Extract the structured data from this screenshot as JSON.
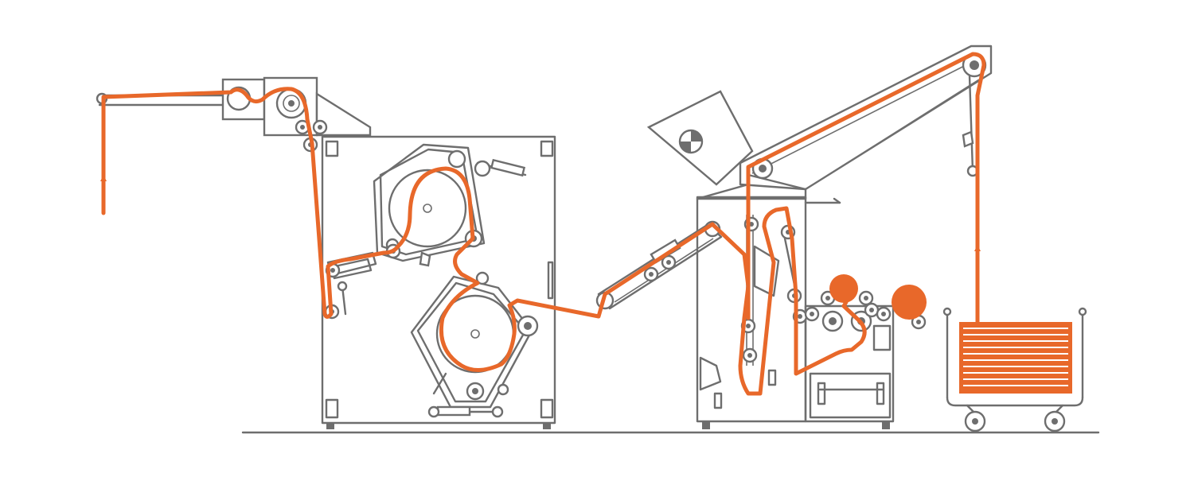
{
  "colors": {
    "machine": "#6e6e6e",
    "fabric": "#e8682a",
    "background": "#ffffff"
  },
  "units": [
    {
      "name": "unwinding-feed-unit"
    },
    {
      "name": "double-drum-unit"
    },
    {
      "name": "inclined-conveyor-unit"
    },
    {
      "name": "folding-plaiting-unit"
    },
    {
      "name": "collection-trolley"
    }
  ]
}
